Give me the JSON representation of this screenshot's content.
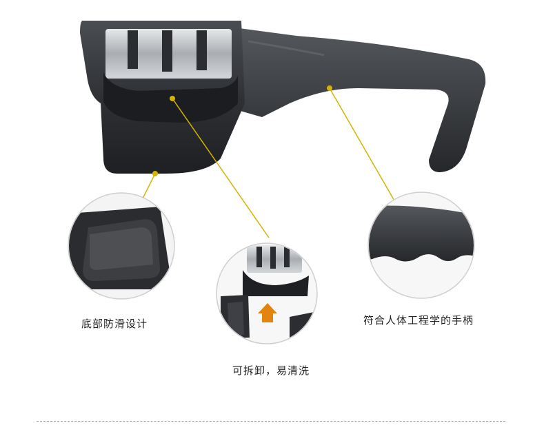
{
  "callouts": {
    "base": {
      "caption": "底部防滑设计"
    },
    "detachable": {
      "caption": "可拆卸，易清洗"
    },
    "handle": {
      "caption": "符合人体工程学的手柄"
    }
  },
  "colors": {
    "body_plastic": "#2b2d30",
    "body_highlight": "#4a4d52",
    "steel": "#c9ccd0",
    "leader_line": "#d3b400",
    "circle_border": "#cfcfcf",
    "arrow": "#e3840f"
  }
}
